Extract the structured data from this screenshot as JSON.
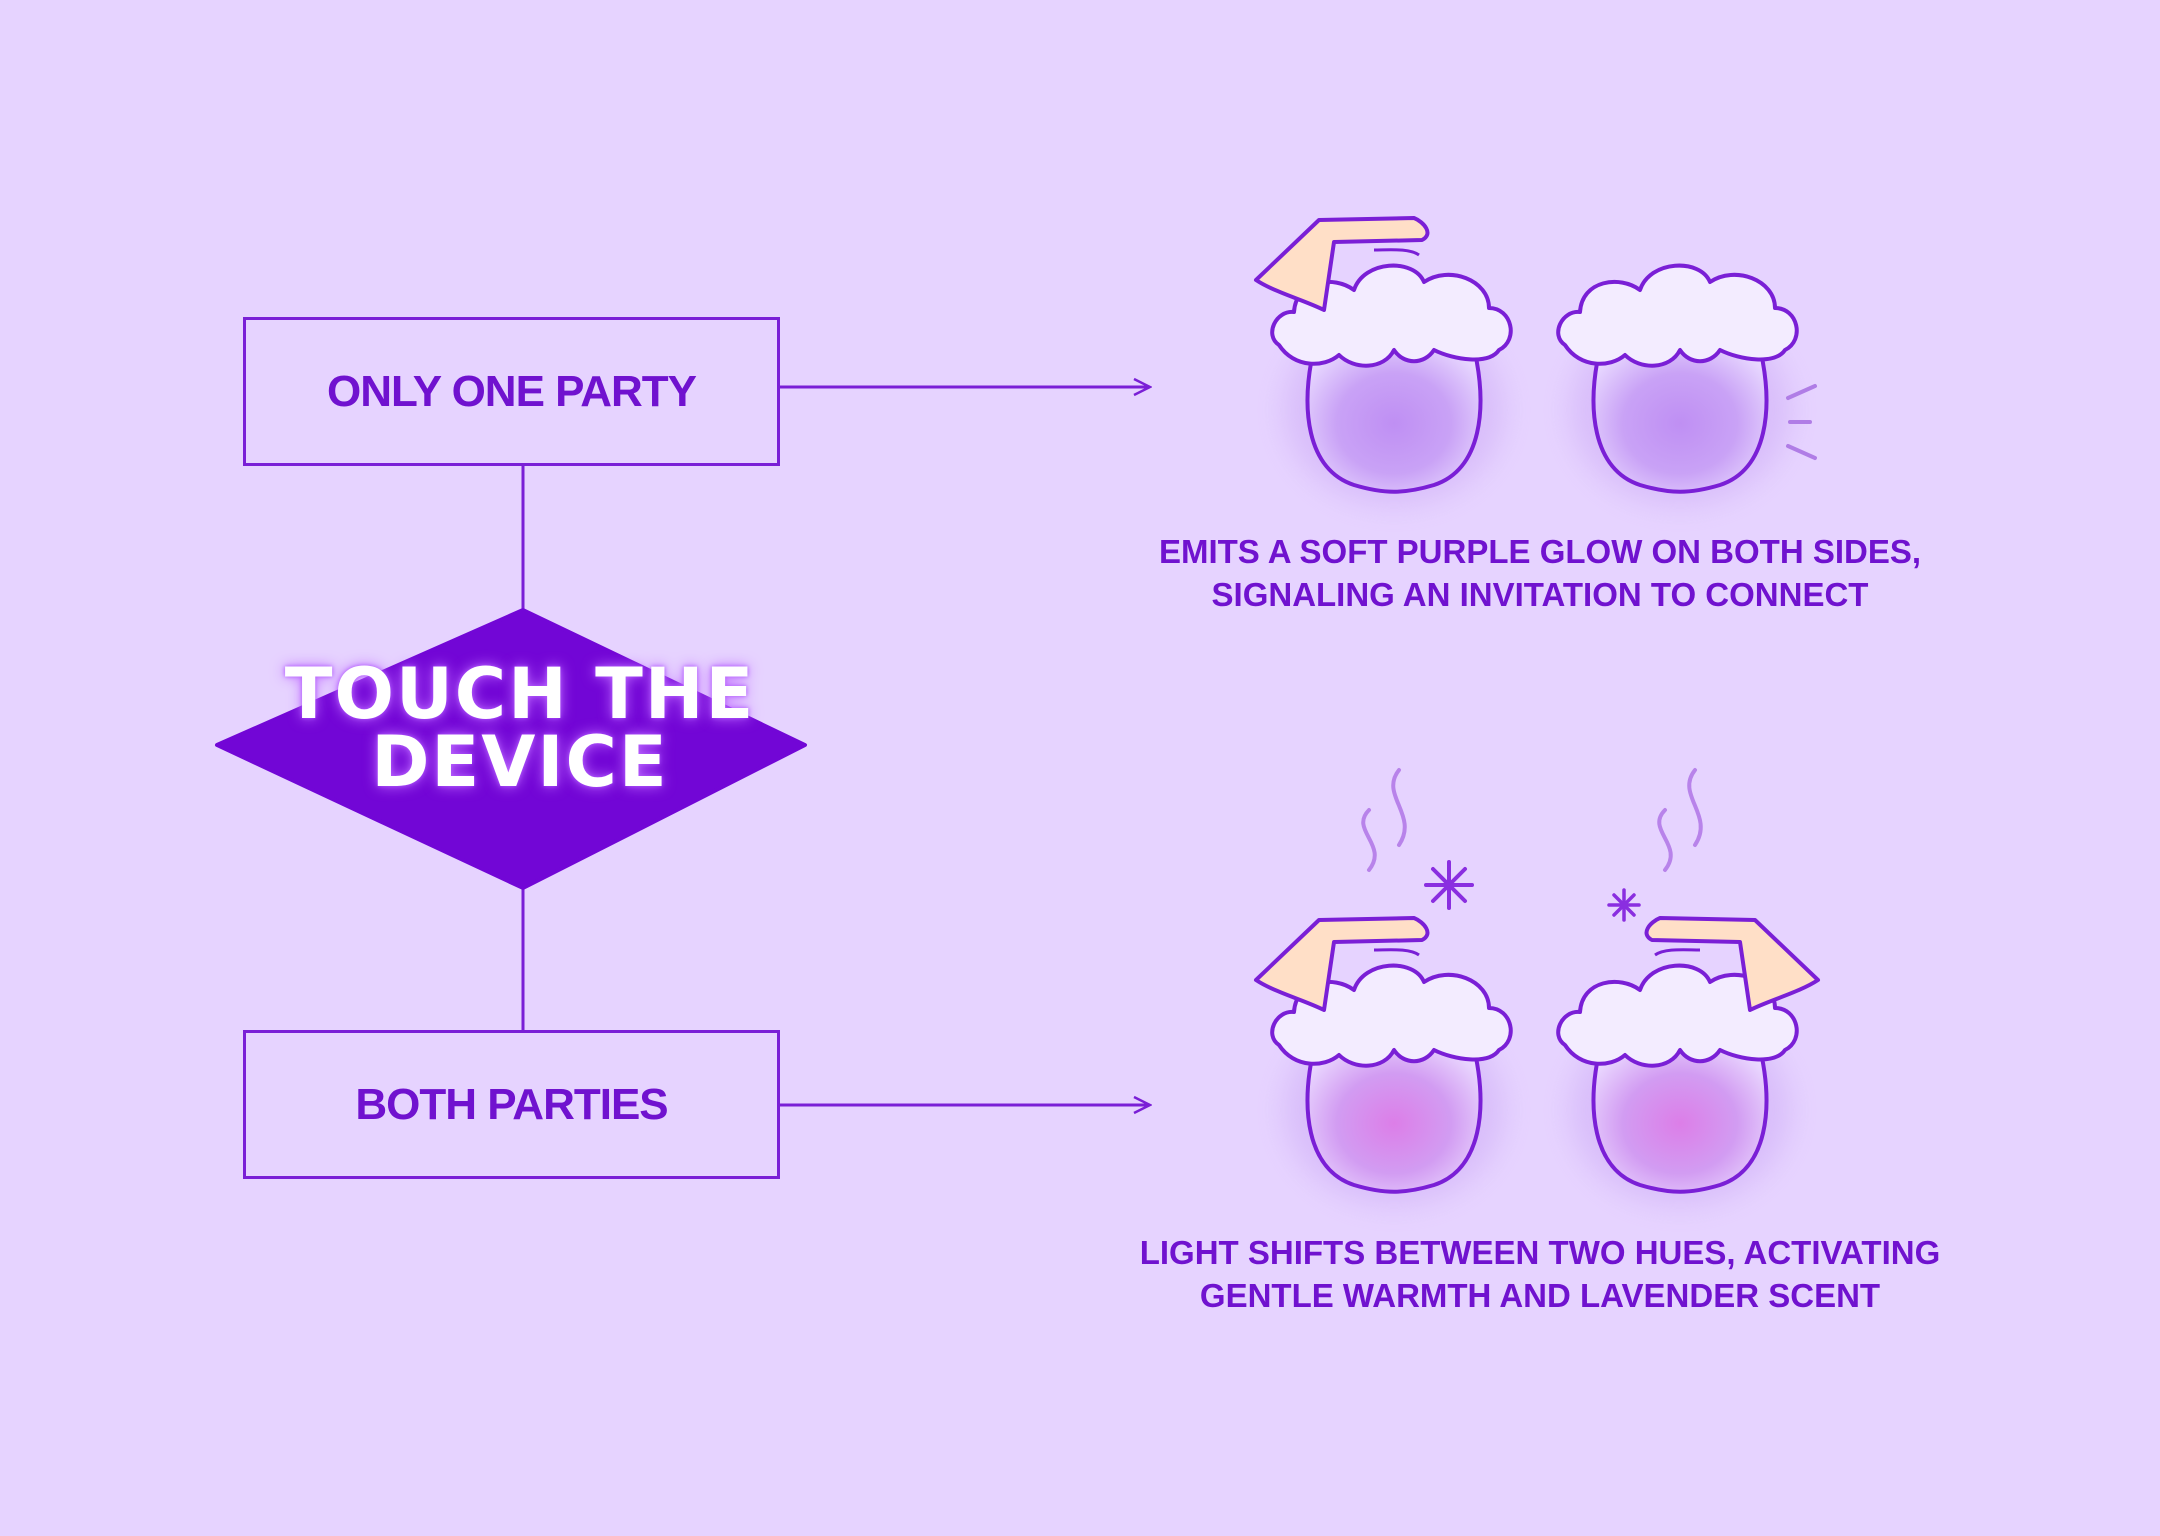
{
  "flow": {
    "decision_label": [
      "TOUCH THE",
      "DEVICE"
    ],
    "only_one_party": "ONLY ONE PARTY",
    "both_parties": "BOTH PARTIES"
  },
  "outcomes": {
    "top_caption": [
      "EMITS A SOFT PURPLE GLOW ON BOTH SIDES,",
      "SIGNALING AN INVITATION TO CONNECT"
    ],
    "bottom_caption": [
      "LIGHT SHIFTS BETWEEN TWO HUES, ACTIVATING",
      "GENTLE WARMTH AND LAVENDER SCENT"
    ]
  },
  "colors": {
    "background": "#e6d3ff",
    "accent": "#7a1fd6",
    "diamond": "#7206d6",
    "lamp_glow": "#b68af2",
    "lamp_warm_glow": "#d27ee6",
    "hand": "#ffe0c8",
    "cloud_cap": "#f3ecff"
  }
}
